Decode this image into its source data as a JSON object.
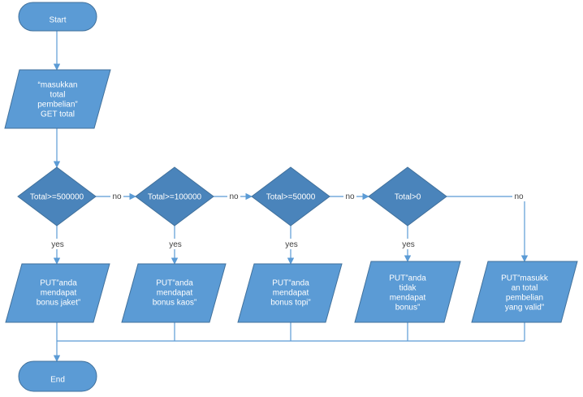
{
  "nodes": {
    "start": {
      "lines": [
        "Start"
      ]
    },
    "input": {
      "lines": [
        "“masukkan",
        "total",
        "pembelian”",
        "GET total"
      ]
    },
    "decision_1": {
      "lines": [
        "Total>=500000"
      ]
    },
    "decision_2": {
      "lines": [
        "Total>=100000"
      ]
    },
    "decision_3": {
      "lines": [
        "Total>=50000"
      ]
    },
    "decision_4": {
      "lines": [
        "Total>0"
      ]
    },
    "output_1": {
      "lines": [
        "PUT”anda",
        "mendapat",
        "bonus jaket”"
      ]
    },
    "output_2": {
      "lines": [
        "PUT”anda",
        "mendapat",
        "bonus kaos”"
      ]
    },
    "output_3": {
      "lines": [
        "PUT”anda",
        "mendapat",
        "bonus topi”"
      ]
    },
    "output_4": {
      "lines": [
        "PUT”anda",
        "tidak",
        "mendapat",
        "bonus”"
      ]
    },
    "output_5": {
      "lines": [
        "PUT”masukk",
        "an total",
        "pembelian",
        "yang valid”"
      ]
    },
    "end": {
      "lines": [
        "End"
      ]
    }
  },
  "edge_labels": {
    "no_1": "no",
    "no_2": "no",
    "no_3": "no",
    "no_4": "no",
    "yes_1": "yes",
    "yes_2": "yes",
    "yes_3": "yes",
    "yes_4": "yes"
  },
  "colors": {
    "shape_fill": "#5b9bd5",
    "decision_fill": "#4a84bb",
    "connector": "#5b9bd5",
    "text_on_shape": "#ffffff",
    "edge_label_text": "#404040"
  }
}
